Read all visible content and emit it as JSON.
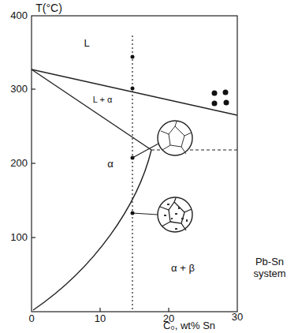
{
  "diagram": {
    "labels": [
      "T(°C)",
      "400",
      "300",
      "200",
      "100",
      "0",
      "10",
      "20",
      "30",
      "C₀, wt% Sn",
      "L",
      "L + α",
      "α",
      "α + β",
      "Pb-Sn system"
    ]
  }
}
